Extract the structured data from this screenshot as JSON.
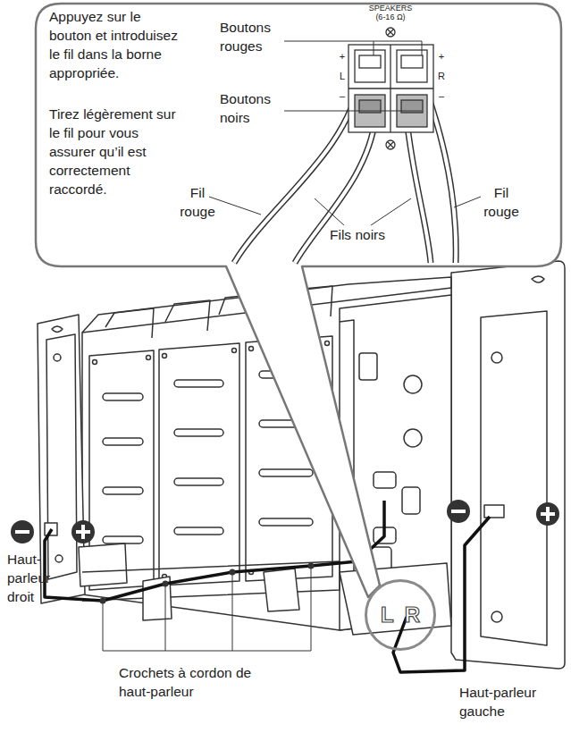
{
  "diagram": {
    "nodes": [
      {
        "text": [
          "Appuyez sur le bouton et introduisez le fil dans la borne appropriée.",
          "Tirez légèrement sur le fil pour vous assurer qu’il est correctement raccordé."
        ]
      },
      {
        "text": [
          "L",
          "R"
        ]
      }
    ],
    "labels": [
      "Boutons rouges",
      "Boutons noirs",
      "SPEAKERS (6-16 Ω)",
      "+",
      "L",
      "–",
      "+",
      "R",
      "–",
      "Fil rouge",
      "Fils noirs",
      "Fil rouge",
      "Haut-parleur droit",
      "Crochets à cordon de haut-parleur",
      "Haut-parleur gauche"
    ]
  }
}
